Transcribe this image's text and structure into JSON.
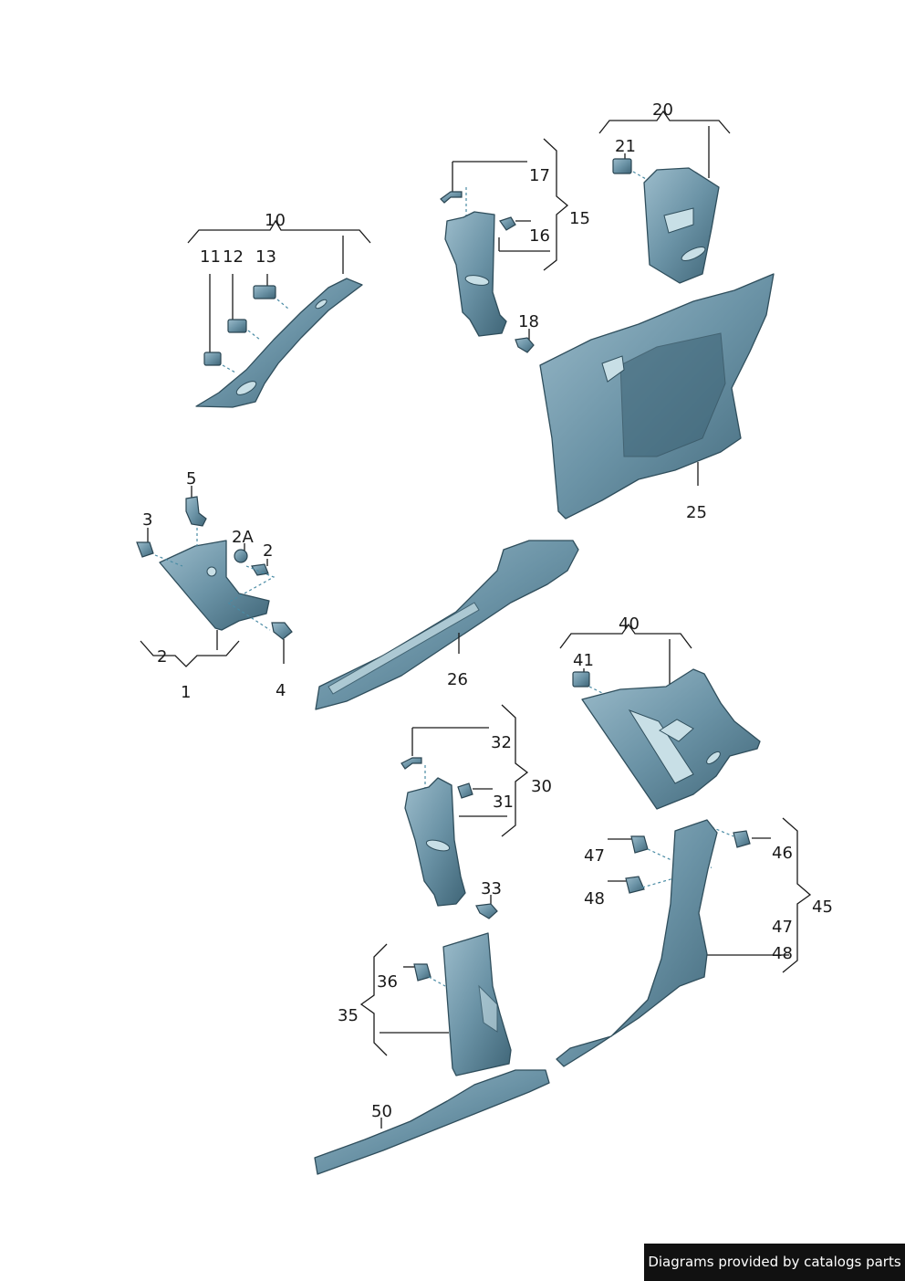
{
  "labels": {
    "l10": "10",
    "l11": "11",
    "l12": "12",
    "l13": "13",
    "l15": "15",
    "l16": "16",
    "l17": "17",
    "l18": "18",
    "l20": "20",
    "l21": "21",
    "l25": "25",
    "l26": "26",
    "l5": "5",
    "l3": "3",
    "l2A": "2A",
    "l2a": "2",
    "l2b": "2",
    "l1": "1",
    "l4": "4",
    "l30": "30",
    "l31": "31",
    "l32": "32",
    "l33": "33",
    "l35": "35",
    "l36": "36",
    "l40": "40",
    "l41": "41",
    "l45": "45",
    "l46": "46",
    "l47a": "47",
    "l48a": "48",
    "l47b": "47",
    "l48b": "48",
    "l50": "50"
  },
  "footer": {
    "text": "Diagrams provided by catalogs parts"
  },
  "colors": {
    "part_fill": "#6b93a6",
    "part_dark": "#3f6577",
    "part_light": "#9cbccb",
    "background": "#ffffff"
  }
}
